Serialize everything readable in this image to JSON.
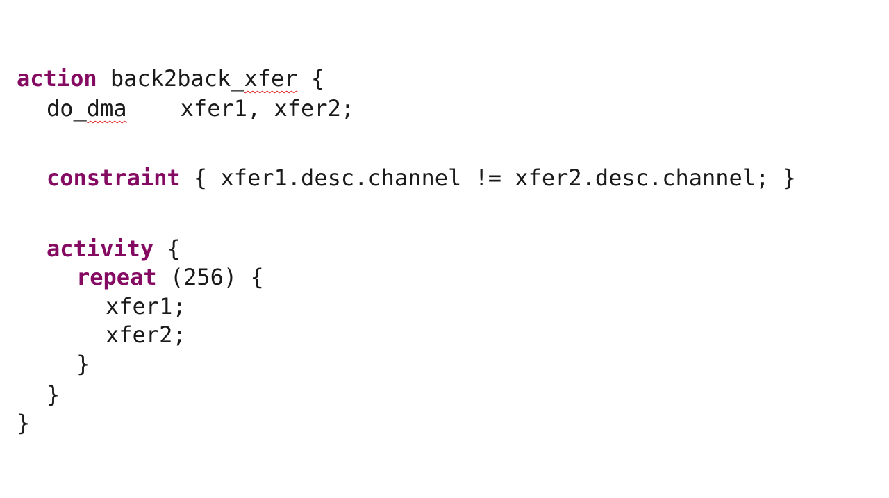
{
  "colors": {
    "keyword": "#850a62",
    "text": "#1a1a1a",
    "spellcheck_underline": "#e02020",
    "background": "#ffffff"
  },
  "code": {
    "line1": {
      "keyword": "action",
      "gap": " back2back",
      "underscore": "_",
      "misspelled": "xfer",
      "rest": " {"
    },
    "line2": {
      "prefix": "do",
      "underscore": "_",
      "misspelled": "dma",
      "rest": "    xfer1, xfer2;"
    },
    "line3": {
      "keyword": "constraint",
      "rest": " { xfer1.desc.channel != xfer2.desc.channel; }"
    },
    "line4": {
      "keyword": "activity",
      "rest": " {"
    },
    "line5": {
      "keyword": "repeat",
      "rest": " (256) {"
    },
    "line6": {
      "text": "xfer1;"
    },
    "line7": {
      "text": "xfer2;"
    },
    "line8": {
      "text": "}"
    },
    "line9": {
      "text": "}"
    },
    "line10": {
      "text": "}"
    }
  }
}
